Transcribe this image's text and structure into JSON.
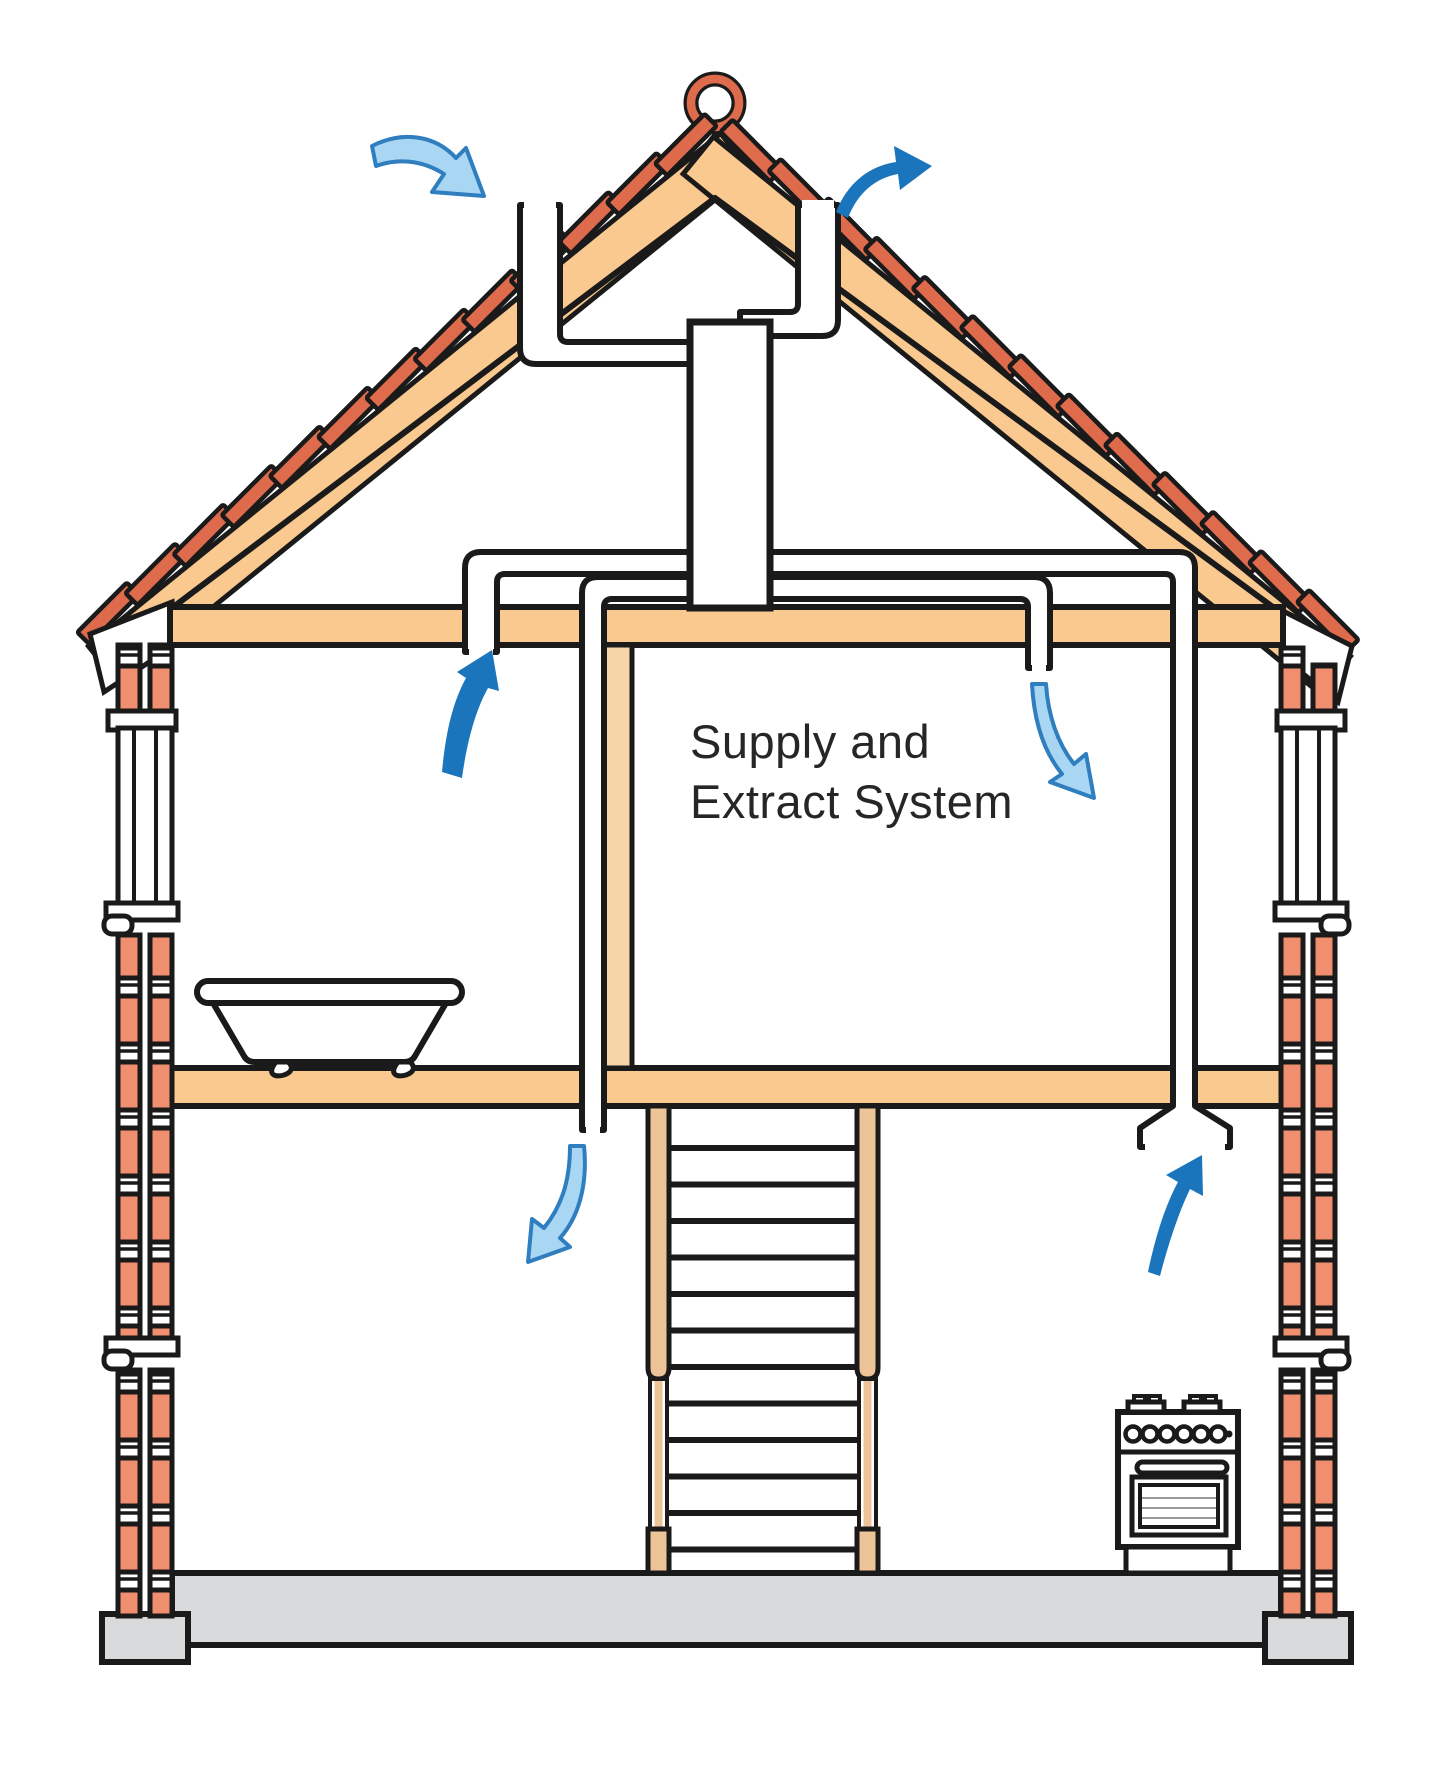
{
  "diagram": {
    "kind": "house-cross-section-ventilation-diagram",
    "label": {
      "line1": "Supply and",
      "line2": "Extract System"
    },
    "airflows": [
      {
        "name": "fresh-air-intake",
        "arrow": "light-blue",
        "location": "into supply duct at roof ridge, left side"
      },
      {
        "name": "stale-air-exhaust",
        "arrow": "dark-blue",
        "location": "out of extract duct at roof ridge, right side"
      },
      {
        "name": "bathroom-extract",
        "arrow": "dark-blue",
        "location": "up into ceiling extract grille above bathroom"
      },
      {
        "name": "bedroom-supply",
        "arrow": "light-blue",
        "location": "down from ceiling supply outlet, first floor right room"
      },
      {
        "name": "hall-supply",
        "arrow": "light-blue",
        "location": "down from duct drop beside staircase, ground floor"
      },
      {
        "name": "kitchen-extract",
        "arrow": "dark-blue",
        "location": "up into extract hood above cooker"
      }
    ],
    "components": [
      "ridge finial ring",
      "tiled roof",
      "heat-recovery unit",
      "supply ductwork",
      "extract ductwork",
      "cavity brick walls",
      "windows",
      "bathtub",
      "staircase",
      "partition wall",
      "cooker",
      "ground-floor slab",
      "foundations"
    ],
    "colors": {
      "timber_tan": "#F9C98F",
      "tile_red": "#DD6B4C",
      "brick_salmon": "#EF8F70",
      "partition_tan": "#F6D5A8",
      "stair_tan": "#EDC498",
      "slab_grey": "#D9DADC",
      "supply_arrow_fill": "#A9D6F2",
      "supply_arrow_edge": "#2E7EC0",
      "extract_arrow": "#1B75BC",
      "outline": "#1A1A1A"
    }
  }
}
